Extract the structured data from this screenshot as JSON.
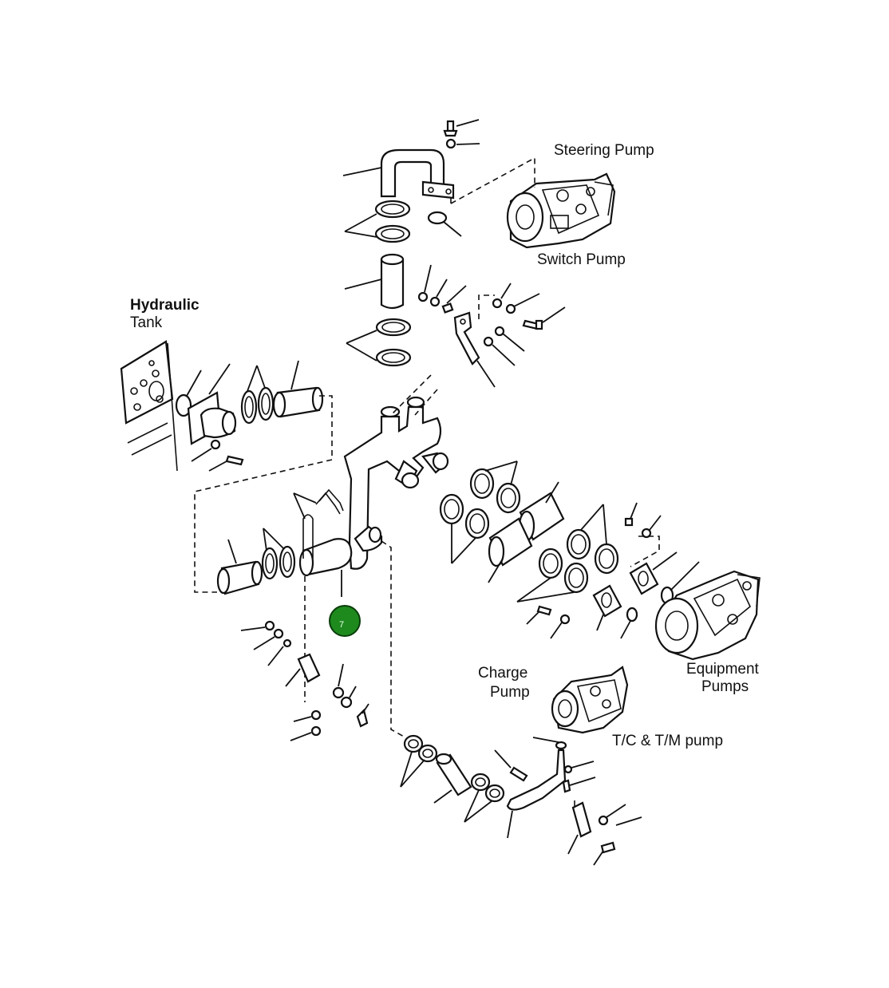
{
  "labels": {
    "steering_pump": "Steering Pump",
    "switch_pump": "Switch Pump",
    "hydraulic_tank_line1": "Hydraulic",
    "hydraulic_tank_line2": "Tank",
    "charge_pump_line1": "Charge",
    "charge_pump_line2": "Pump",
    "equipment_pumps_line1": "Equipment",
    "equipment_pumps_line2": "Pumps",
    "tc_tm_pump": "T/C & T/M pump"
  },
  "marker": {
    "number": "7",
    "color": "#1e8a1e"
  }
}
